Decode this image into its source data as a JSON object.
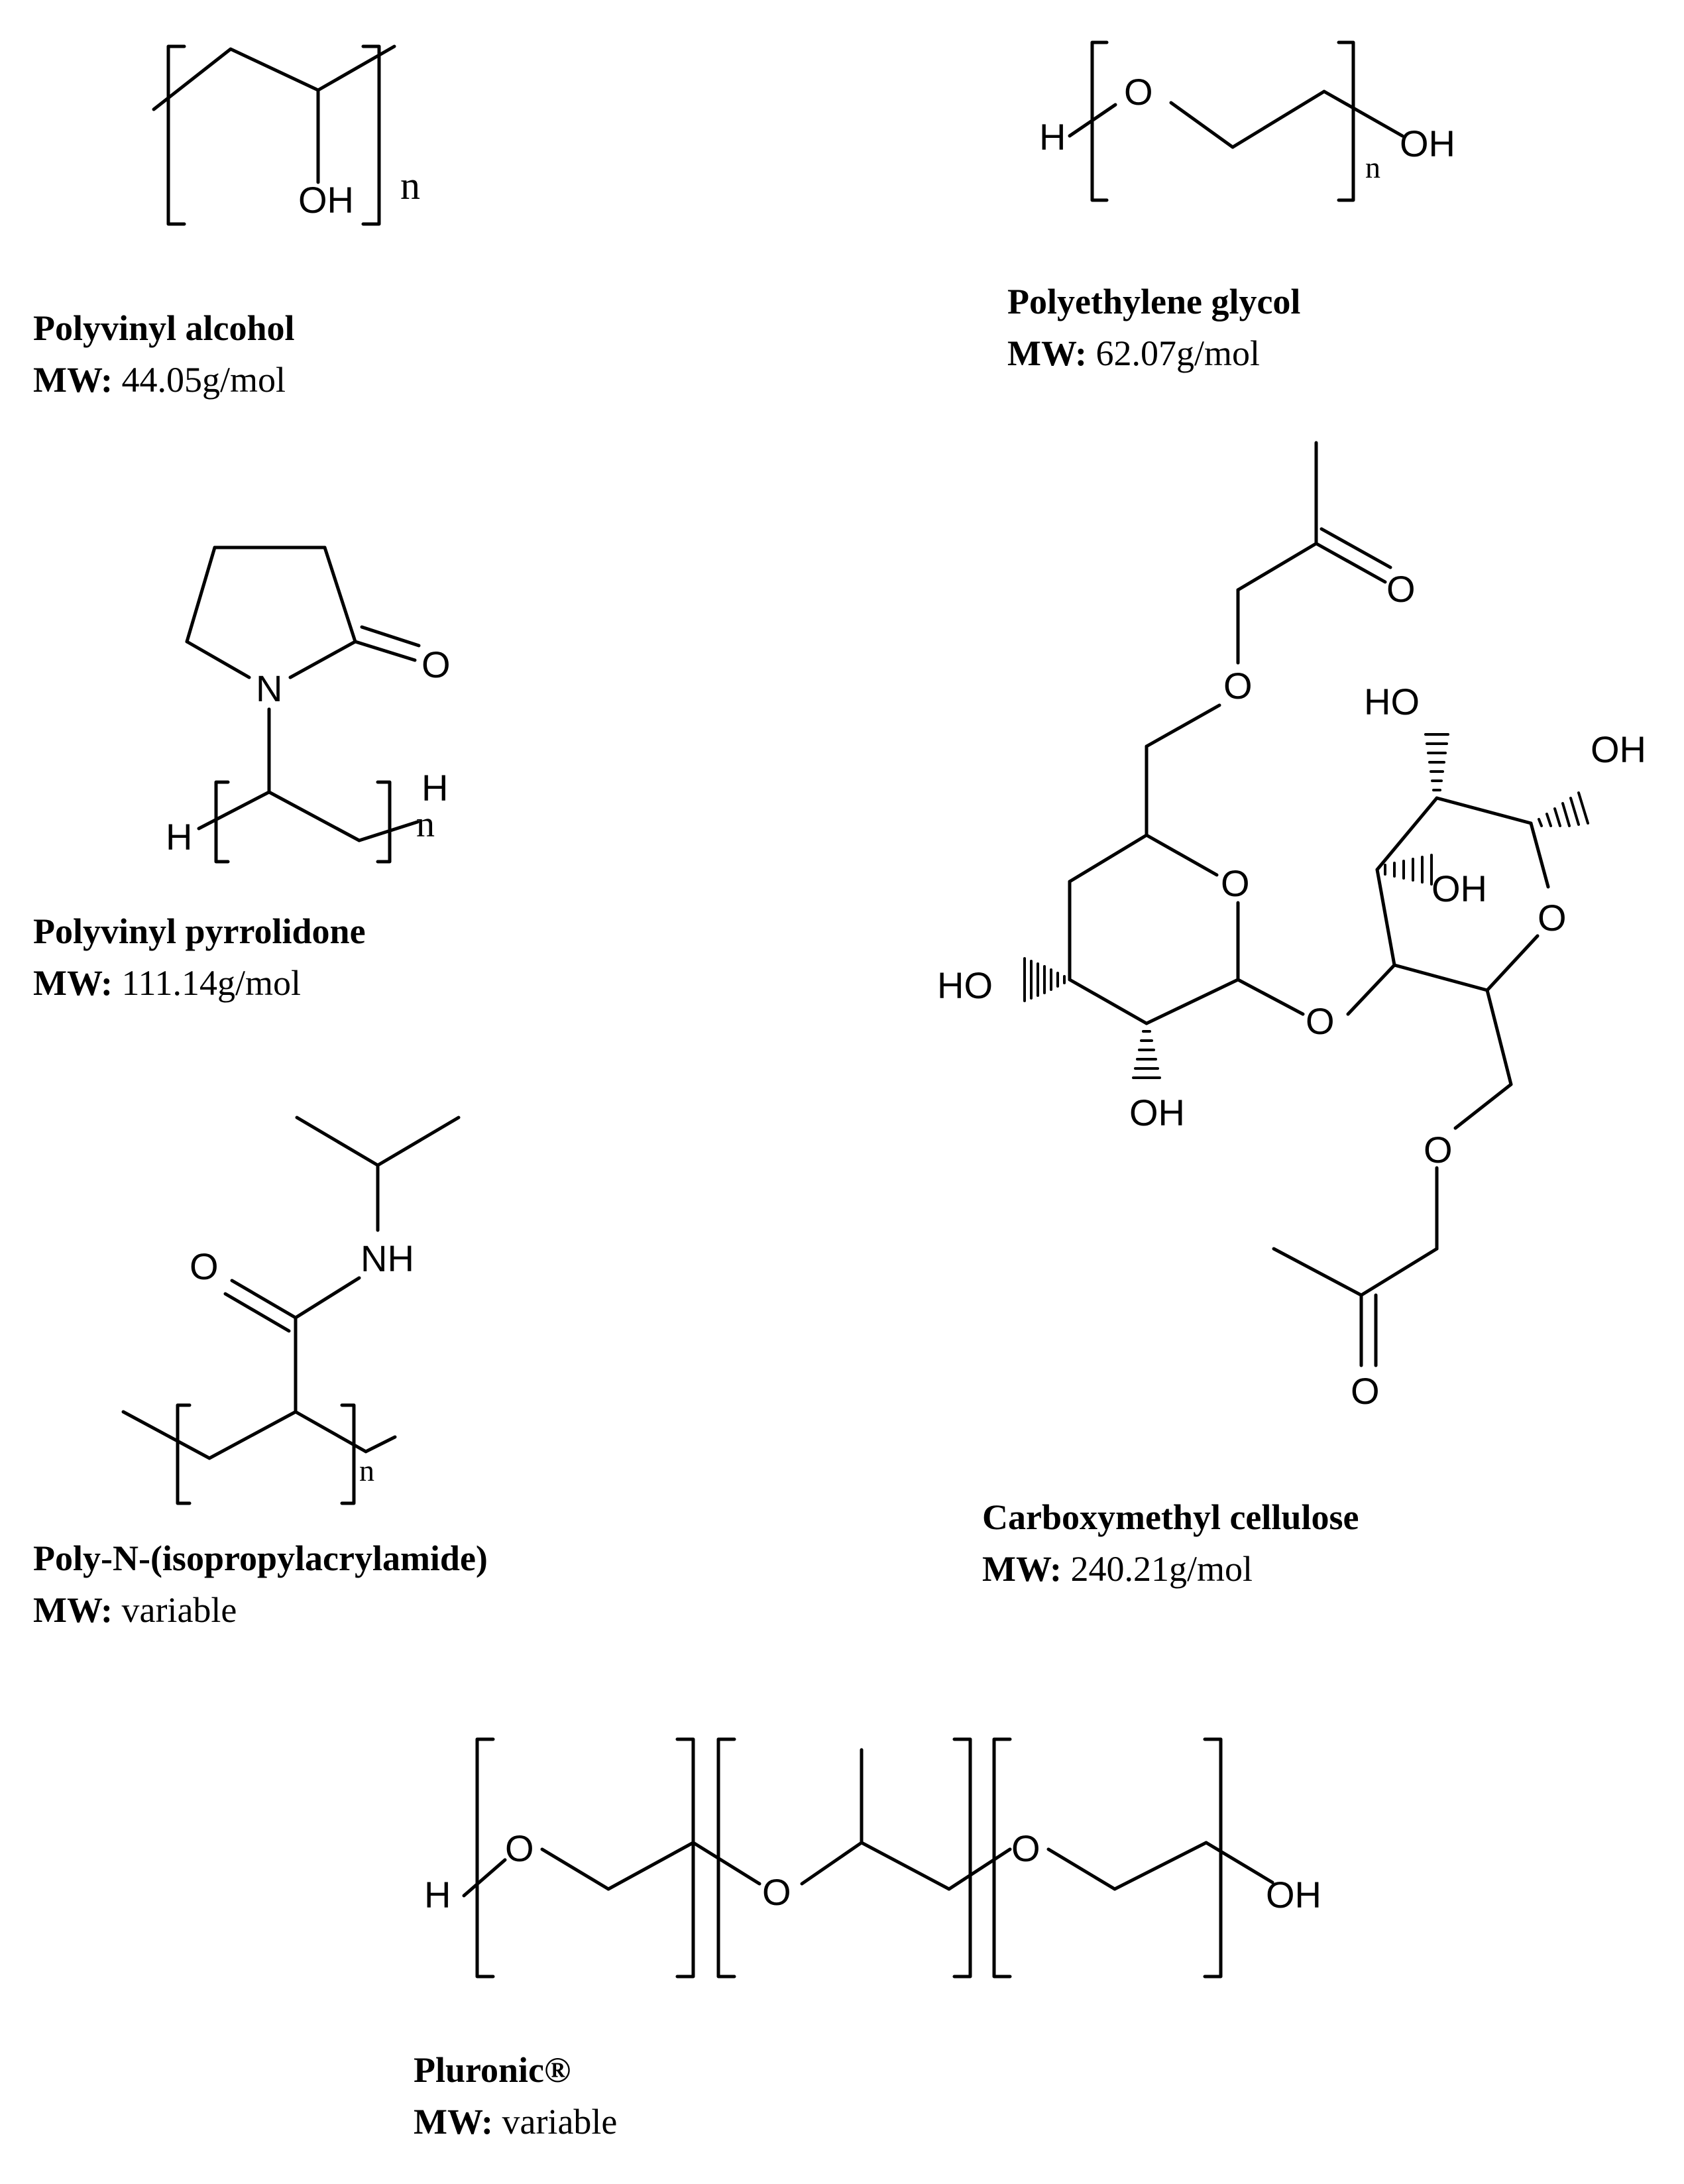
{
  "compounds": [
    {
      "id": "pva",
      "name": "Polyvinyl alcohol",
      "mw_label": "MW:",
      "mw_value": "44.05g/mol",
      "labels": {
        "oh": "OH",
        "n": "n"
      }
    },
    {
      "id": "peg",
      "name": "Polyethylene glycol",
      "mw_label": "MW:",
      "mw_value": "62.07g/mol",
      "labels": {
        "h": "H",
        "o": "O",
        "oh": "OH",
        "n": "n"
      }
    },
    {
      "id": "pvp",
      "name": "Polyvinyl pyrrolidone",
      "mw_label": "MW:",
      "mw_value": "111.14g/mol",
      "labels": {
        "n_atom": "N",
        "o": "O",
        "h_left": "H",
        "h_right": "H",
        "n": "n"
      }
    },
    {
      "id": "cmc",
      "name": "Carboxymethyl cellulose",
      "mw_label": "MW:",
      "mw_value": "240.21g/mol",
      "labels": {
        "o_top_ketone": "O",
        "o_top_ether": "O",
        "ho_top": "HO",
        "oh_right": "OH",
        "o_ring_left": "O",
        "oh_mid": "OH",
        "o_ring_right": "O",
        "ho_left": "HO",
        "o_glyco": "O",
        "oh_bottom": "OH",
        "o_bottom_ether": "O",
        "o_bottom_ketone": "O"
      }
    },
    {
      "id": "pnipam",
      "name": "Poly-N-(isopropylacrylamide)",
      "mw_label": "MW:",
      "mw_value": "variable",
      "labels": {
        "o": "O",
        "nh": "NH",
        "n": "n"
      }
    },
    {
      "id": "pluronic",
      "name": "Pluronic®",
      "mw_label": "MW:",
      "mw_value": "variable",
      "labels": {
        "h": "H",
        "o1": "O",
        "o2": "O",
        "o3": "O",
        "oh": "OH"
      }
    }
  ]
}
